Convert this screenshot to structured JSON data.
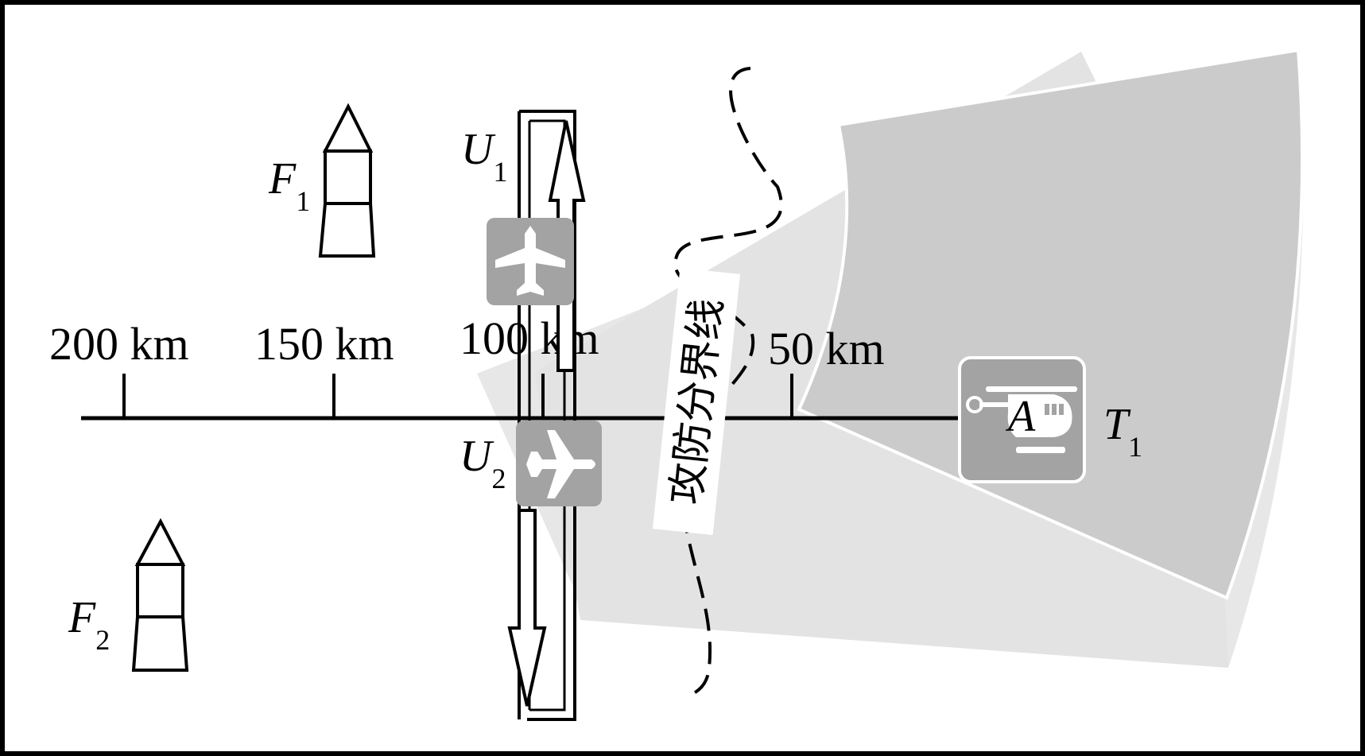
{
  "colors": {
    "frame": "#000000",
    "sector_light": "#e3e3e3",
    "sector_dark": "#cbcbcb",
    "icon_fill": "#a3a3a3",
    "icon_glyph": "#ffffff"
  },
  "scale": {
    "ticks": [
      {
        "label": "200 km"
      },
      {
        "label": "150 km"
      },
      {
        "label": "100 km"
      },
      {
        "label": "50 km"
      }
    ]
  },
  "units": {
    "F1": {
      "letter": "F",
      "sub": "1"
    },
    "F2": {
      "letter": "F",
      "sub": "2"
    },
    "U1": {
      "letter": "U",
      "sub": "1"
    },
    "U2": {
      "letter": "U",
      "sub": "2"
    },
    "T1": {
      "letter": "T",
      "sub": "1"
    },
    "A": {
      "letter": "A"
    }
  },
  "boundary_label": "攻防分界线",
  "icons": {
    "u1": "airplane-top-view-icon",
    "u2": "airplane-side-view-icon",
    "a": "helicopter-icon",
    "f1": "missile-icon",
    "f2": "missile-icon"
  }
}
